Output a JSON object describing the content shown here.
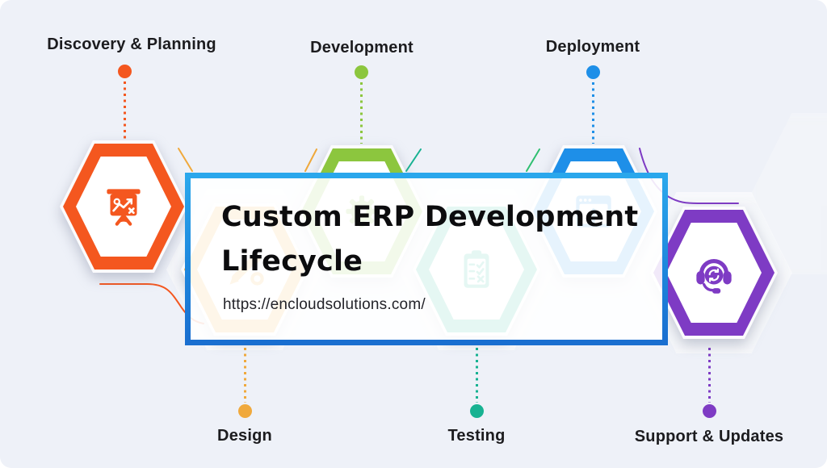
{
  "overlay": {
    "heading": "Custom ERP Development Lifecycle",
    "url": "https://encloudsolutions.com/"
  },
  "phases": [
    {
      "label": "Discovery & Planning",
      "icon": "presentation-strategy-icon",
      "color": "#f4571f",
      "row": "top"
    },
    {
      "label": "Design",
      "icon": "pencil-design-icon",
      "color": "#f0a93c",
      "row": "bottom"
    },
    {
      "label": "Development",
      "icon": "gear-icon",
      "color": "#8cc63e",
      "row": "top"
    },
    {
      "label": "Testing",
      "icon": "checklist-clipboard-icon",
      "color": "#17b292",
      "row": "bottom"
    },
    {
      "label": "Deployment",
      "icon": "browser-launch-icon",
      "color": "#1e8fe8",
      "row": "top"
    },
    {
      "label": "Support & Updates",
      "icon": "headset-refresh-icon",
      "color": "#7e3bc4",
      "row": "bottom"
    }
  ],
  "colors": {
    "background": "#eef1f8",
    "overlay_border_top": "#2aa7ec",
    "overlay_border_bottom": "#1a6fd0",
    "overlay_fill": "rgba(255,255,255,0.89)",
    "label_text": "#1c1c1f",
    "title_text": "#0c0c0e"
  }
}
